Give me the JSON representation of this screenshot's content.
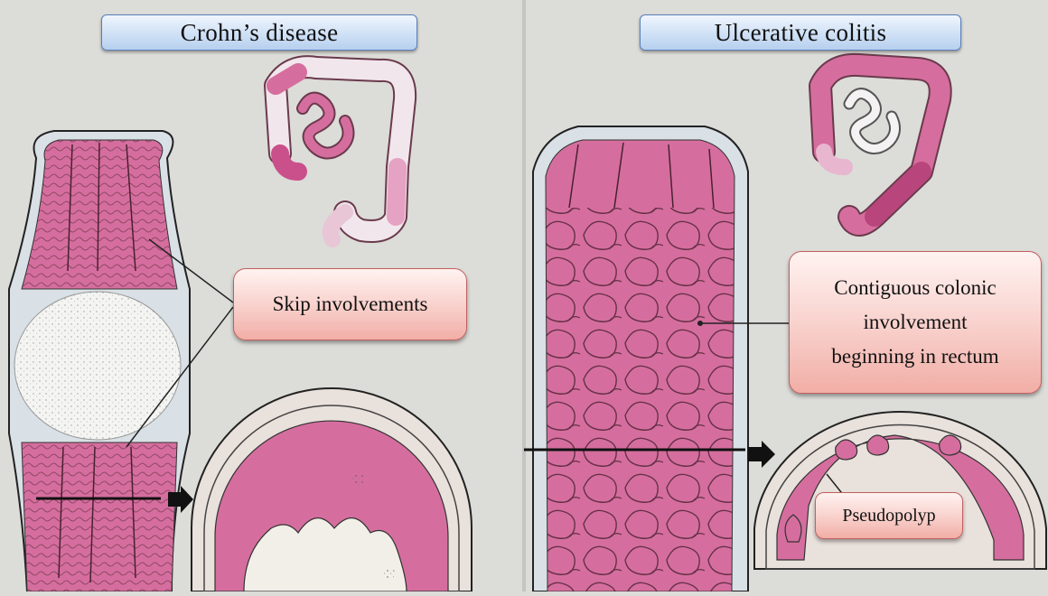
{
  "left_panel": {
    "title": "Crohn’s disease",
    "callout": "Skip involvements"
  },
  "right_panel": {
    "title": "Ulcerative colitis",
    "callout_lines": [
      "Contiguous colonic",
      "involvement",
      "beginning in rectum"
    ],
    "polyp_label": "Pseudopolyp"
  },
  "colors": {
    "mucosa": "#d56e9e",
    "mucosa_dark": "#b8457c",
    "page": "#dcdcd8",
    "title_fill": "#cfe1f6",
    "callout_fill": "#f8cfca"
  },
  "icons": [
    "colon-map-icon",
    "arrow-right-icon"
  ]
}
